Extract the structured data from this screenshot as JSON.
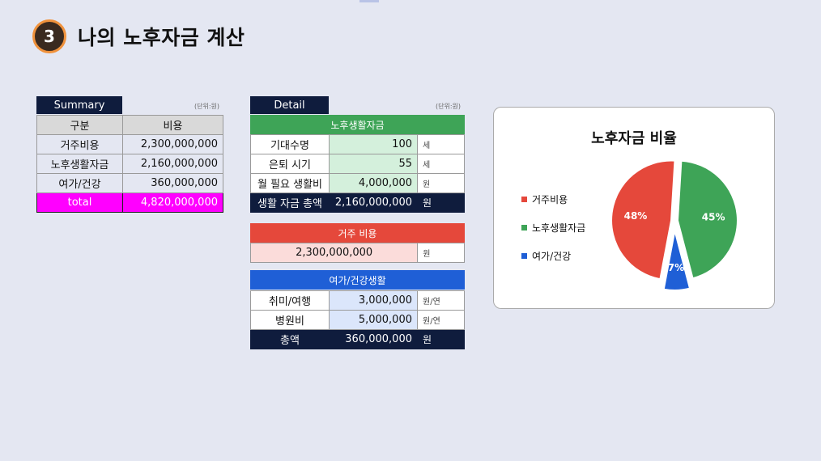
{
  "page": {
    "number": "3",
    "title": "나의 노후자금 계산"
  },
  "summary": {
    "tab": "Summary",
    "unit_note": "(단위:원)",
    "headers": [
      "구분",
      "비용"
    ],
    "rows": [
      {
        "label": "거주비용",
        "value": "2,300,000,000"
      },
      {
        "label": "노후생활자금",
        "value": "2,160,000,000"
      },
      {
        "label": "여가/건강",
        "value": "360,000,000"
      }
    ],
    "total": {
      "label": "total",
      "value": "4,820,000,000"
    }
  },
  "detail": {
    "tab": "Detail",
    "unit_note": "(단위:원)",
    "living": {
      "title": "노후생활자금",
      "rows": [
        {
          "label": "기대수명",
          "value": "100",
          "unit": "세"
        },
        {
          "label": "은퇴 시기",
          "value": "55",
          "unit": "세"
        },
        {
          "label": "월 필요 생활비",
          "value": "4,000,000",
          "unit": "원"
        }
      ],
      "total": {
        "label": "생활 자금 총액",
        "value": "2,160,000,000",
        "unit": "원"
      }
    },
    "housing": {
      "title": "거주 비용",
      "value": "2,300,000,000",
      "unit": "원"
    },
    "leisure": {
      "title": "여가/건강생활",
      "rows": [
        {
          "label": "취미/여행",
          "value": "3,000,000",
          "unit": "원/연"
        },
        {
          "label": "병원비",
          "value": "5,000,000",
          "unit": "원/연"
        }
      ],
      "total": {
        "label": "총액",
        "value": "360,000,000",
        "unit": "원"
      }
    }
  },
  "chart_data": {
    "type": "pie",
    "title": "노후자금 비율",
    "categories": [
      "거주비용",
      "노후생활자금",
      "여가/건강"
    ],
    "values": [
      48,
      45,
      7
    ],
    "labels": [
      "48%",
      "45%",
      "7%"
    ],
    "colors": [
      "#e5483b",
      "#3ea457",
      "#1f5fd6"
    ],
    "legend": "left"
  },
  "colors": {
    "accent": "#f0923c",
    "navy": "#0f1c3d",
    "magenta": "#ff00ff"
  }
}
